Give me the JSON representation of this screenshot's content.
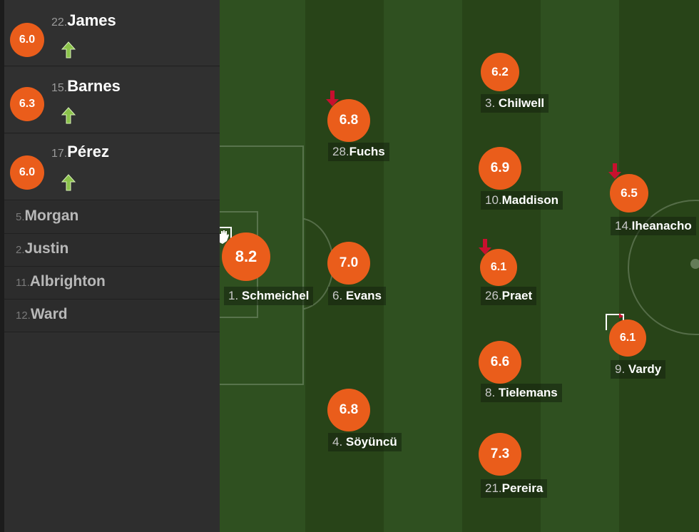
{
  "substitutes": [
    {
      "rating": "6.0",
      "number": "22.",
      "name": "James"
    },
    {
      "rating": "6.3",
      "number": "15.",
      "name": "Barnes"
    },
    {
      "rating": "6.0",
      "number": "17.",
      "name": "Pérez"
    }
  ],
  "bench": [
    {
      "number": "5.",
      "name": "Morgan"
    },
    {
      "number": "2.",
      "name": "Justin"
    },
    {
      "number": "11.",
      "name": "Albrighton"
    },
    {
      "number": "12.",
      "name": "Ward"
    }
  ],
  "lineup": [
    {
      "id": "schmeichel",
      "rating": "8.2",
      "number": "1.",
      "name": "Schmeichel"
    },
    {
      "id": "fuchs",
      "rating": "6.8",
      "number": "28.",
      "name": "Fuchs"
    },
    {
      "id": "evans",
      "rating": "7.0",
      "number": "6.",
      "name": "Evans"
    },
    {
      "id": "soyuncu",
      "rating": "6.8",
      "number": "4.",
      "name": "Söyüncü"
    },
    {
      "id": "chilwell",
      "rating": "6.2",
      "number": "3.",
      "name": "Chilwell"
    },
    {
      "id": "maddison",
      "rating": "6.9",
      "number": "10.",
      "name": "Maddison"
    },
    {
      "id": "praet",
      "rating": "6.1",
      "number": "26.",
      "name": "Praet"
    },
    {
      "id": "tielemans",
      "rating": "6.6",
      "number": "8.",
      "name": "Tielemans"
    },
    {
      "id": "pereira",
      "rating": "7.3",
      "number": "21.",
      "name": "Pereira"
    },
    {
      "id": "iheanacho",
      "rating": "6.5",
      "number": "14.",
      "name": "Iheanacho"
    },
    {
      "id": "vardy",
      "rating": "6.1",
      "number": "9.",
      "name": "Vardy"
    }
  ],
  "colors": {
    "rating_badge": "#ea5d1b",
    "sub_in_arrow": "#8bc34a",
    "sub_out_arrow": "#c8102e",
    "pitch_dark": "#284419",
    "pitch_light": "#305222"
  }
}
